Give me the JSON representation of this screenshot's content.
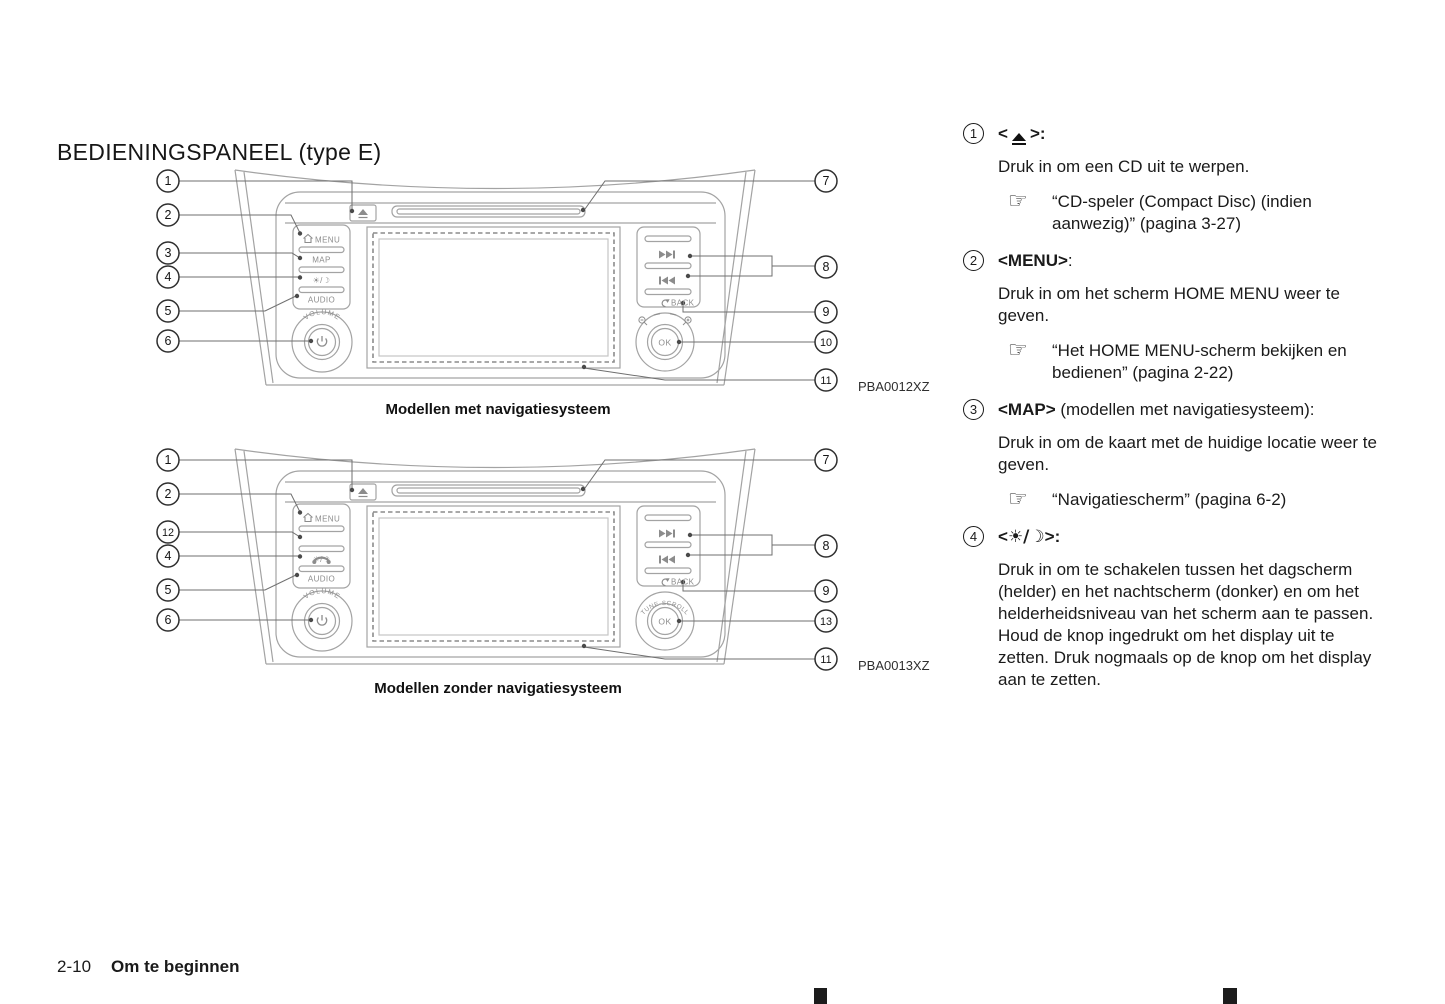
{
  "page": {
    "title": "BEDIENINGSPANEEL (type E)",
    "footer": {
      "page_number": "2-10",
      "section_title": "Om te beginnen"
    }
  },
  "diagrams": [
    {
      "caption": "Modellen met navigatiesysteem",
      "image_code": "PBA0012XZ",
      "labels": {
        "menu": "MENU",
        "map": "MAP",
        "day_night": "☀/☽",
        "audio": "AUDIO",
        "volume": "VOLUME",
        "ok": "OK",
        "back": "BACK"
      },
      "callouts": {
        "eject": "1",
        "menu": "2",
        "map": "3",
        "day_night": "4",
        "audio": "5",
        "volume": "6",
        "cd_slot": "7",
        "track": "8",
        "back": "9",
        "ok_knob": "10",
        "screen": "11"
      }
    },
    {
      "caption": "Modellen zonder navigatiesysteem",
      "image_code": "PBA0013XZ",
      "labels": {
        "menu": "MENU",
        "day_night": "☀/☽",
        "audio": "AUDIO",
        "volume": "VOLUME",
        "ok": "OK",
        "back": "BACK",
        "knob_ring": "TUNE·SCROLL"
      },
      "callouts": {
        "eject": "1",
        "menu": "2",
        "phone": "12",
        "day_night": "4",
        "audio": "5",
        "volume": "6",
        "cd_slot": "7",
        "track": "8",
        "back": "9",
        "ok_knob": "13",
        "screen": "11"
      }
    }
  ],
  "legend": {
    "reference_icon": "☞",
    "items": [
      {
        "number": "1",
        "heading_pre": "<",
        "heading_post": ">:",
        "body": "Druk in om een CD uit te werpen.",
        "reference": "“CD-speler (Compact Disc) (indien aanwezig)” (pagina 3-27)"
      },
      {
        "number": "2",
        "heading_bold": "<MENU>",
        "heading_rest": ":",
        "body": "Druk in om het scherm HOME MENU weer te geven.",
        "reference": "“Het HOME MENU-scherm bekijken en bedienen” (pagina 2-22)"
      },
      {
        "number": "3",
        "heading_bold": "<MAP>",
        "heading_rest": " (modellen met navigatiesysteem):",
        "body": "Druk in om de kaart met de huidige locatie weer te geven.",
        "reference": "“Navigatiescherm” (pagina 6-2)"
      },
      {
        "number": "4",
        "heading_pre": "<",
        "heading_icons": "☀/☽",
        "heading_post": ">:",
        "body": "Druk in om te schakelen tussen het dagscherm (helder) en het nachtscherm (donker) en om het helderheidsniveau van het scherm aan te passen. Houd de knop ingedrukt om het display uit te zetten. Druk nogmaals op de knop om het display aan te zetten."
      }
    ]
  }
}
